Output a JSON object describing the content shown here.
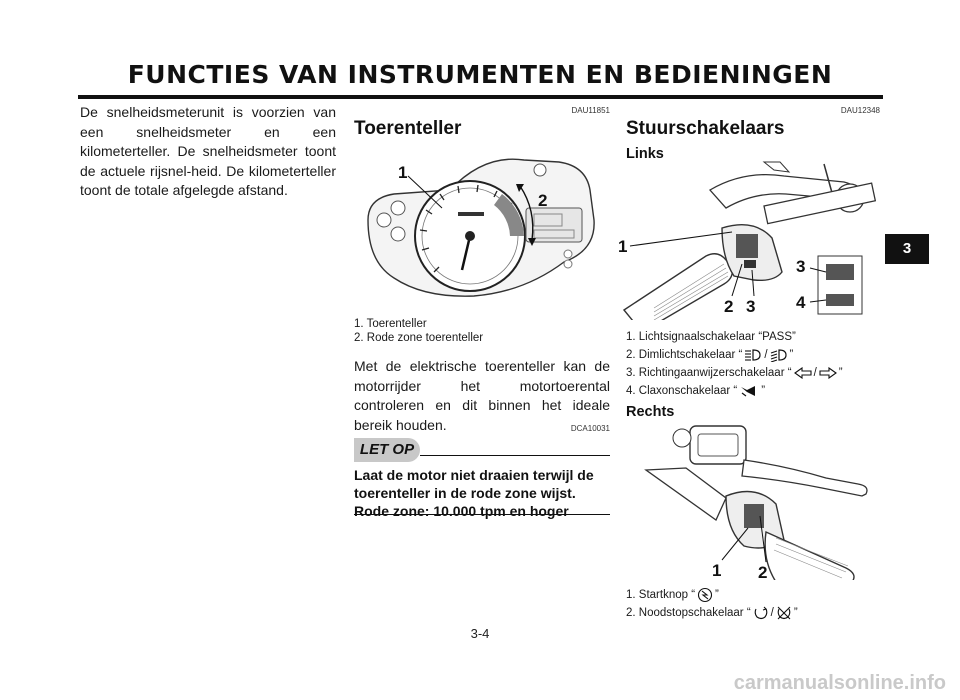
{
  "header": {
    "title": "FUNCTIES VAN INSTRUMENTEN EN BEDIENINGEN",
    "chapter_tab": "3"
  },
  "col1": {
    "intro": "De snelheidsmeterunit is voorzien van een snelheidsmeter en een kilometerteller. De snelheidsmeter toont de actuele rijsnel-heid. De kilometerteller toont de totale afgelegde afstand."
  },
  "col2": {
    "ref_code": "DAU11851",
    "heading": "Toerenteller",
    "figure_callouts": [
      "1",
      "2"
    ],
    "captions": [
      "1. Toerenteller",
      "2. Rode zone toerenteller"
    ],
    "body": "Met de elektrische toerenteller kan de motorrijder het motortoerental controleren en dit binnen het ideale bereik houden.",
    "caution_ref": "DCA10031",
    "caution_label": "LET OP",
    "caution_text": "Laat de motor niet draaien terwijl de toerenteller in de rode zone wijst. Rode zone: 10.000 tpm en hoger"
  },
  "col3": {
    "ref_code": "DAU12348",
    "heading": "Stuurschakelaars",
    "left_subheading": "Links",
    "left_callouts": [
      "1",
      "2",
      "3",
      "3",
      "4"
    ],
    "left_captions": {
      "c1": "1. Lichtsignaalschakelaar “PASS”",
      "c2_pre": "2. Dimlichtschakelaar “",
      "c2_post": "”",
      "c3_pre": "3. Richtingaanwijzerschakelaar “",
      "c3_post": "”",
      "c4_pre": "4. Claxonschakelaar “",
      "c4_post": "”",
      "slash": "/"
    },
    "right_subheading": "Rechts",
    "right_callouts": [
      "1",
      "2"
    ],
    "right_captions": {
      "c1_pre": "1. Startknop “",
      "c1_post": "”",
      "c2_pre": "2. Noodstopschakelaar “",
      "c2_post": "”",
      "slash": "/"
    }
  },
  "footer": {
    "page_number": "3-4",
    "watermark": "carmanualsonline.info"
  }
}
